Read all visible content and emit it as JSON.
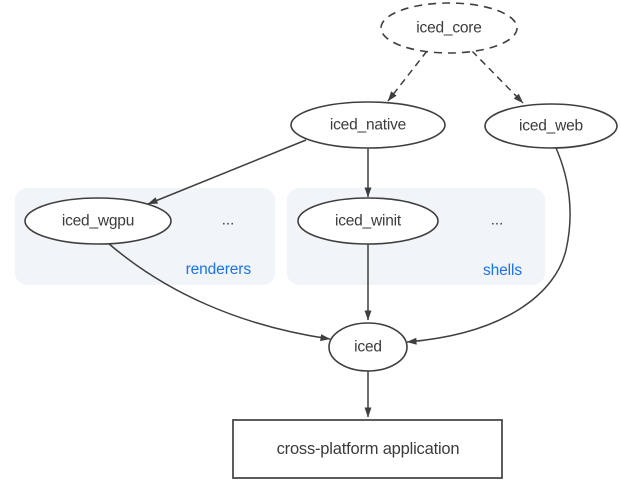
{
  "diagram": {
    "background": "#ffffff",
    "stroke_color": "#3f3f3f",
    "text_color": "#3b3b3b",
    "nodes": {
      "iced_core": {
        "label": "iced_core",
        "style": "dashed-ellipse"
      },
      "iced_native": {
        "label": "iced_native",
        "style": "ellipse"
      },
      "iced_web": {
        "label": "iced_web",
        "style": "ellipse"
      },
      "iced_wgpu": {
        "label": "iced_wgpu",
        "style": "ellipse"
      },
      "iced_winit": {
        "label": "iced_winit",
        "style": "ellipse"
      },
      "iced": {
        "label": "iced",
        "style": "ellipse"
      },
      "application": {
        "label": "cross-platform application",
        "style": "rect"
      }
    },
    "groups": {
      "renderers": {
        "label": "renderers",
        "ellipsis": "...",
        "fill": "#f1f4f8",
        "label_color": "#1a73e8"
      },
      "shells": {
        "label": "shells",
        "ellipsis": "...",
        "fill": "#f1f4f8",
        "label_color": "#1a73e8"
      }
    },
    "edges": [
      {
        "from": "iced_core",
        "to": "iced_native",
        "style": "dashed"
      },
      {
        "from": "iced_core",
        "to": "iced_web",
        "style": "dashed"
      },
      {
        "from": "iced_native",
        "to": "iced_wgpu",
        "style": "solid"
      },
      {
        "from": "iced_native",
        "to": "iced_winit",
        "style": "solid"
      },
      {
        "from": "iced_wgpu",
        "to": "iced",
        "style": "solid"
      },
      {
        "from": "iced_winit",
        "to": "iced",
        "style": "solid"
      },
      {
        "from": "iced_web",
        "to": "iced",
        "style": "solid"
      },
      {
        "from": "iced",
        "to": "application",
        "style": "solid"
      }
    ]
  }
}
